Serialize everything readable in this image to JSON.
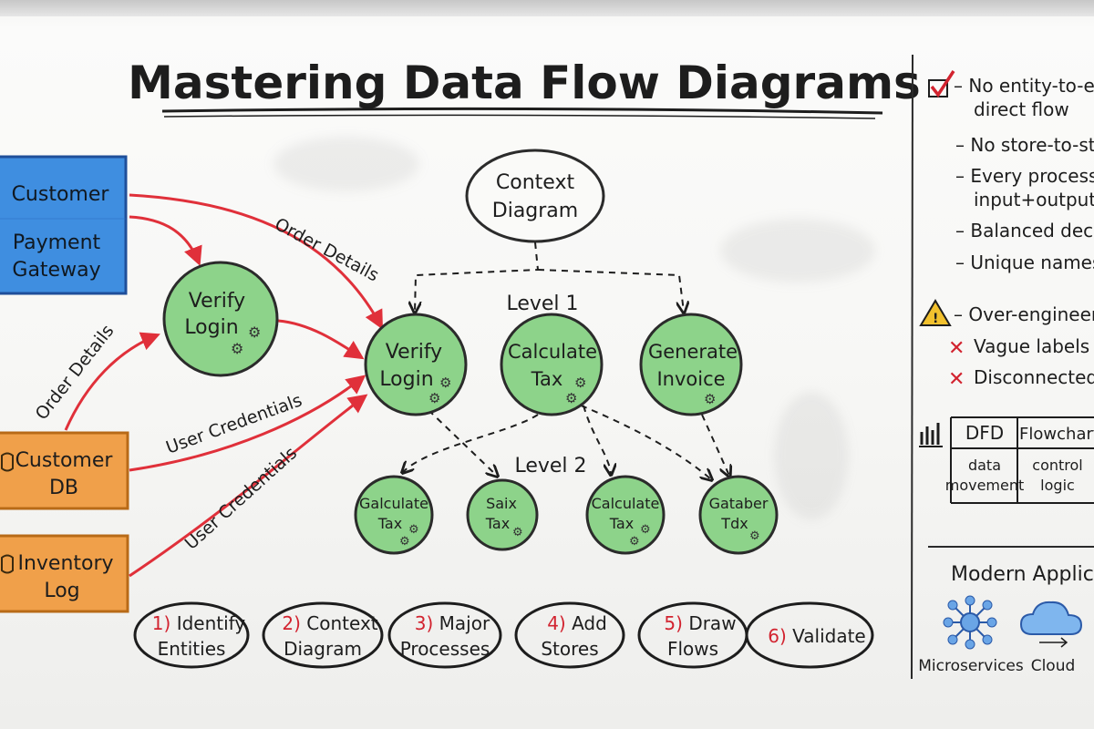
{
  "title": "Mastering Data Flow Diagrams",
  "entities": {
    "customer": "Customer",
    "payment_gateway": [
      "Payment",
      "Gateway"
    ],
    "customer_db": [
      "Customer",
      "DB"
    ],
    "inventory_log": [
      "Inventory",
      "Log"
    ]
  },
  "left_process": [
    "Verify",
    "Login"
  ],
  "flows": {
    "order_details_top": "Order Details",
    "order_details_left": "Order Details",
    "user_credentials_1": "User Credentials",
    "user_credentials_2": "User Credentials"
  },
  "context": [
    "Context",
    "Diagram"
  ],
  "level1": {
    "label": "Level 1",
    "processes": [
      [
        "Verify",
        "Login"
      ],
      [
        "Calculate",
        "Tax"
      ],
      [
        "Generate",
        "Invoice"
      ]
    ]
  },
  "level2": {
    "label": "Level 2",
    "processes": [
      [
        "Galculate",
        "Tax"
      ],
      [
        "Saix",
        "Tax"
      ],
      [
        "Calculate",
        "Tax"
      ],
      [
        "Gataber",
        "Tdx"
      ]
    ]
  },
  "steps": [
    {
      "num": "1)",
      "text": [
        "Identify",
        "Entities"
      ]
    },
    {
      "num": "2)",
      "text": [
        "Context",
        "Diagram"
      ]
    },
    {
      "num": "3)",
      "text": [
        "Major",
        "Processes"
      ]
    },
    {
      "num": "4)",
      "text": [
        "Add",
        "Stores"
      ]
    },
    {
      "num": "5)",
      "text": [
        "Draw",
        "Flows"
      ]
    },
    {
      "num": "6)",
      "text": [
        "Validate"
      ]
    }
  ],
  "rules": [
    [
      "No entity-to-e",
      "direct flow"
    ],
    [
      "No store-to-sto"
    ],
    [
      "Every process h",
      "input+output"
    ],
    [
      "Balanced decom"
    ],
    [
      "Unique names"
    ]
  ],
  "pitfalls": {
    "warning": "Over-engineeri",
    "items": [
      "Vague labels",
      "Disconnected co"
    ]
  },
  "compare": {
    "headers": [
      "DFD",
      "Flowchart"
    ],
    "rows": [
      [
        "data",
        "movement"
      ],
      [
        "control",
        "logic"
      ]
    ]
  },
  "modern": {
    "title": "Modern Applica",
    "items": [
      "Microservices",
      "Cloud"
    ]
  },
  "colors": {
    "entity_blue": "#3f8ee0",
    "entity_orange": "#f0a04a",
    "process_green": "#8dd38a",
    "arrow_red": "#e0303a",
    "ink": "#1d1d1d",
    "step_red": "#d2232f"
  }
}
